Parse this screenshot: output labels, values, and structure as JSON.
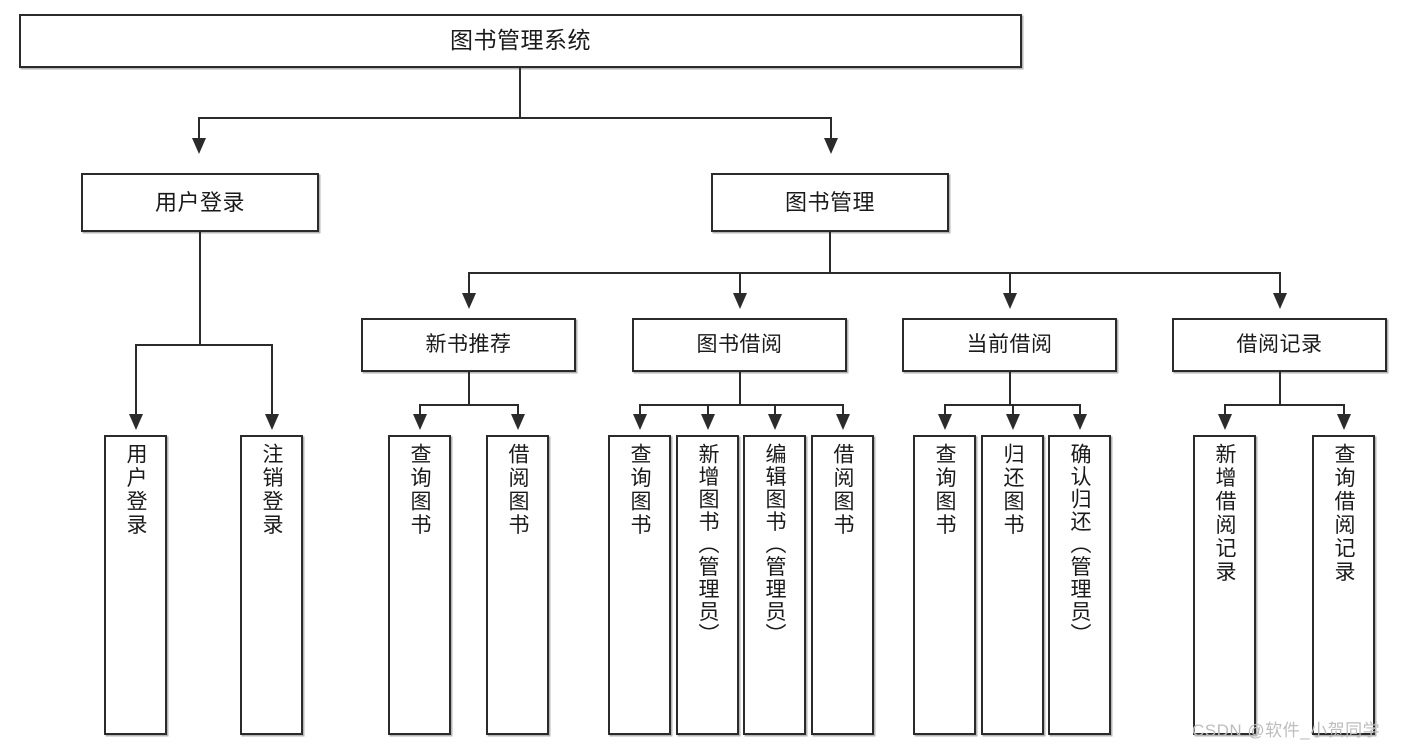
{
  "diagram": {
    "type": "tree",
    "title": "图书管理系统",
    "watermark": "CSDN @软件_小贺同学",
    "colors": {
      "stroke": "#2b2b2b",
      "fill": "#ffffff",
      "text": "#1a1a1a",
      "watermark": "#bdbdbd"
    },
    "nodes": {
      "root": "图书管理系统",
      "level1": [
        "用户登录",
        "图书管理"
      ],
      "level2": [
        "新书推荐",
        "图书借阅",
        "当前借阅",
        "借阅记录"
      ],
      "leaves": {
        "user_login": [
          "用户登录",
          "注销登录"
        ],
        "new_book": [
          "查询图书",
          "借阅图书"
        ],
        "book_borrow": [
          "查询图书",
          "新增图书（管理员）",
          "编辑图书（管理员）",
          "借阅图书"
        ],
        "current_borrow": [
          "查询图书",
          "归还图书",
          "确认归还（管理员）"
        ],
        "borrow_record": [
          "新增借阅记录",
          "查询借阅记录"
        ]
      }
    }
  }
}
